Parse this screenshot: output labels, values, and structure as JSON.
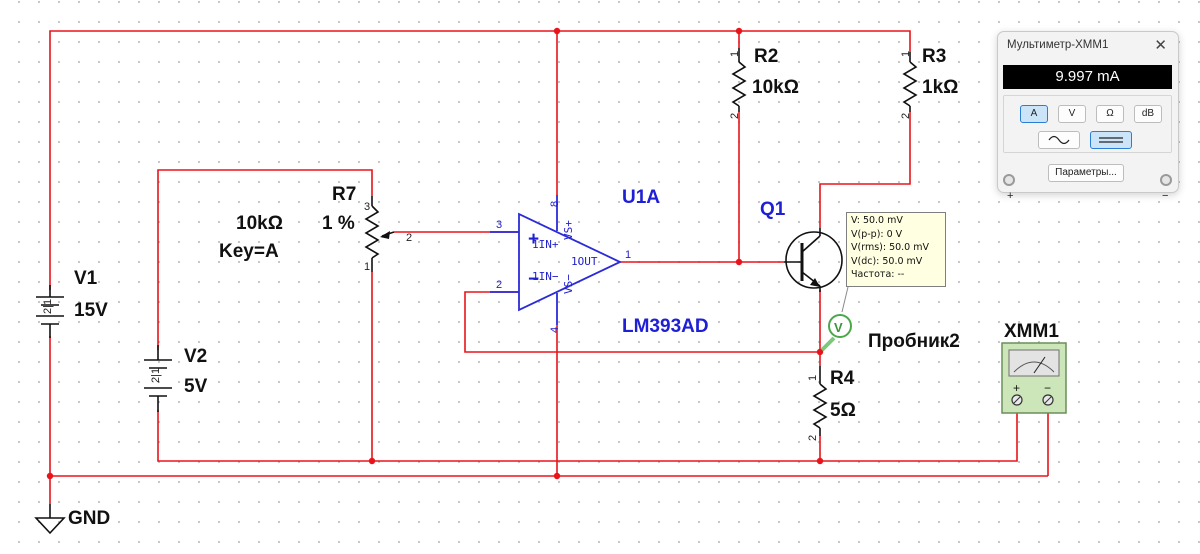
{
  "schematic": {
    "v1": {
      "name": "V1",
      "value": "15V"
    },
    "v2": {
      "name": "V2",
      "value": "5V"
    },
    "gnd": "GND",
    "r7": {
      "name": "R7",
      "percent": "1 %",
      "value": "10kΩ",
      "key": "Key=A",
      "pin1": "1",
      "pin2": "2",
      "pin3": "3"
    },
    "r2": {
      "name": "R2",
      "value": "10kΩ",
      "pin1": "1",
      "pin2": "2"
    },
    "r3": {
      "name": "R3",
      "value": "1kΩ",
      "pin1": "1",
      "pin2": "2"
    },
    "r4": {
      "name": "R4",
      "value": "5Ω",
      "pin1": "1",
      "pin2": "2"
    },
    "u1": {
      "name": "U1A",
      "part": "LM393AD",
      "pin_in_plus": "3",
      "pin_in_minus": "2",
      "pin_out": "1",
      "pin_vcc": "8",
      "pin_vee": "4",
      "in_plus_label": "1IN+",
      "in_minus_label": "1IN−",
      "out_label": "1OUT",
      "vcc_label": "VS+",
      "vee_label": "VS−",
      "plus_sign": "+",
      "minus_sign": "−"
    },
    "q1": {
      "name": "Q1"
    },
    "probe": {
      "name": "Пробник2",
      "symbol": "V"
    },
    "xmm1": {
      "name": "XMM1",
      "plus": "+",
      "minus": "−"
    },
    "wire_color": "#e8141b",
    "component_color": "#111111",
    "opamp_color": "#2b2bd8"
  },
  "probe_readout": {
    "lines": [
      "V: 50.0 mV",
      "V(p-p): 0 V",
      "V(rms): 50.0 mV",
      "V(dc): 50.0 mV",
      "Частота: --"
    ]
  },
  "multimeter_window": {
    "title": "Мультиметр-XMM1",
    "close": "✕",
    "display": "9.997 mA",
    "mode_buttons": [
      "A",
      "V",
      "Ω",
      "dB"
    ],
    "active_mode": "A",
    "settings_button": "Параметры...",
    "plus": "+",
    "minus": "−"
  }
}
